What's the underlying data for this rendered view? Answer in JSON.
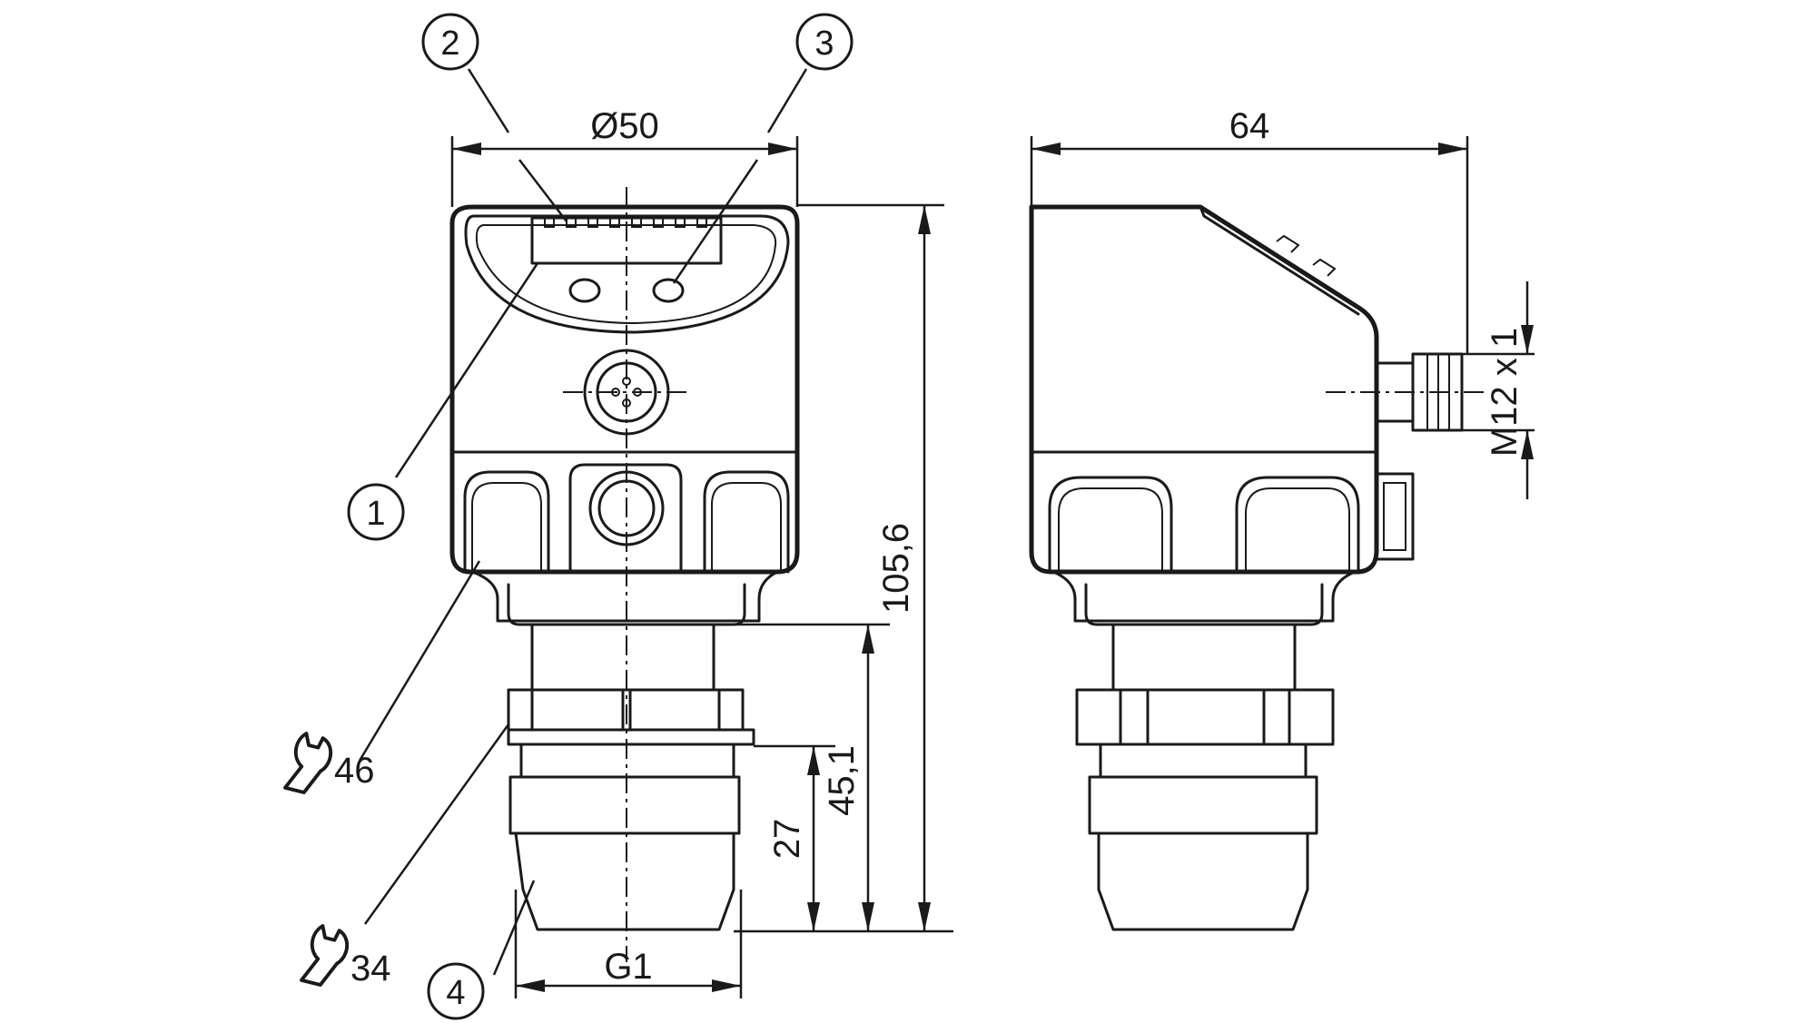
{
  "front_view": {
    "dim_diameter": "Ø50",
    "callouts": [
      "1",
      "2",
      "3",
      "4"
    ]
  },
  "side_view": {
    "dim_width": "64",
    "dim_thread": "M12 x 1"
  },
  "dimensions": {
    "total_height": "105,6",
    "lower_height": "45,1",
    "thread_height": "27",
    "process_thread": "G1"
  },
  "wrench_sizes": {
    "large": "46",
    "small": "34"
  },
  "icons": [
    "wrench-icon"
  ]
}
